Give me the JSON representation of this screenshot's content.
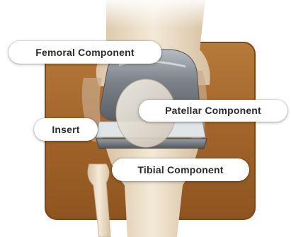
{
  "labels": {
    "femoral": "Femoral Component",
    "patellar": "Patellar Component",
    "insert": "Insert",
    "tibial": "Tibial Component"
  },
  "colors": {
    "background_panel": "#a8692e",
    "bone": "#efe1cc",
    "metal": "#8d9399",
    "insert_plastic": "#dfe5e8",
    "label_background": "#ffffff",
    "label_text": "#2b2b2b"
  }
}
